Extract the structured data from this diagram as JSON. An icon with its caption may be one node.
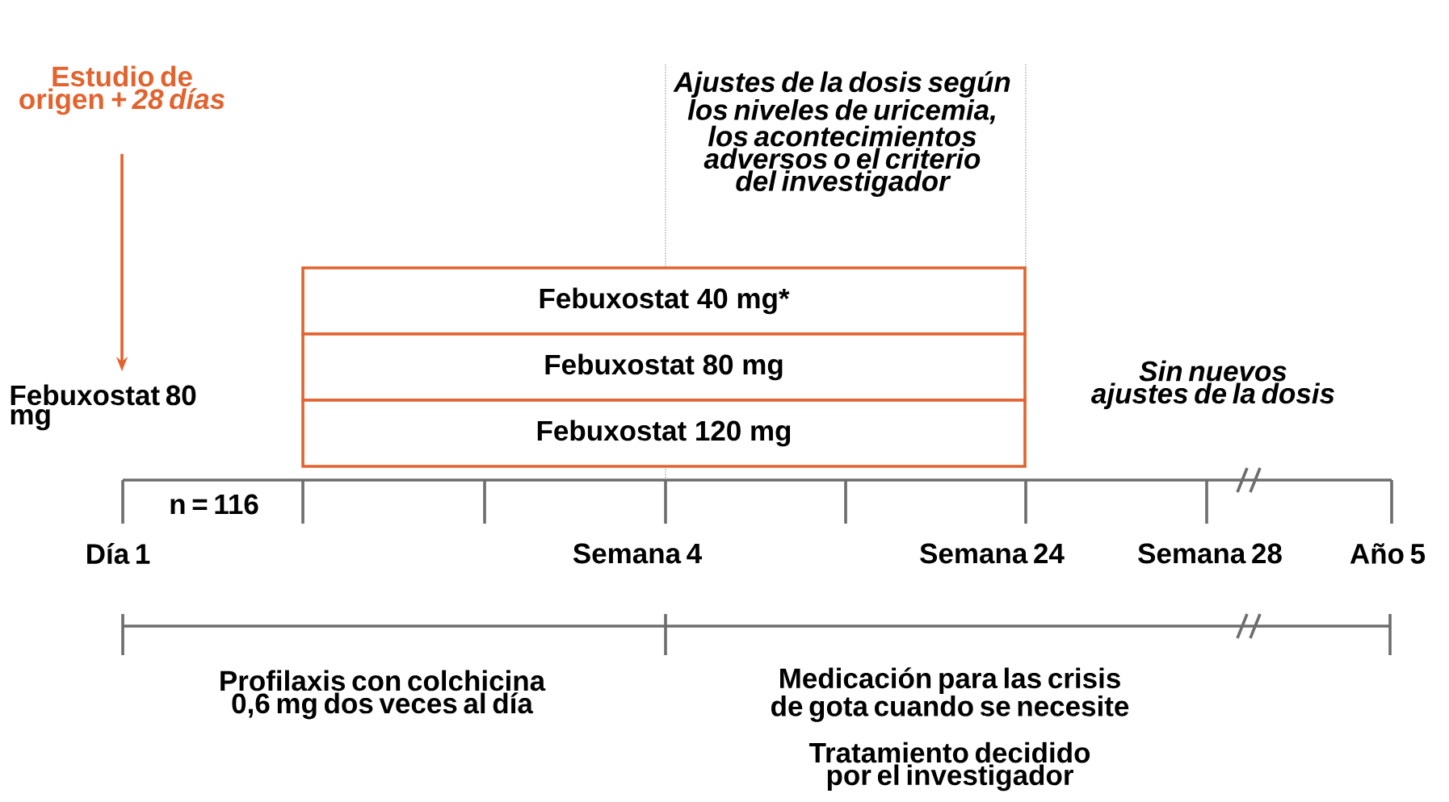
{
  "diagram": {
    "nodes": [
      {
        "text": [
          "Estudio de origen *+ 28 días*"
        ]
      },
      {
        "text": [
          "Febuxostat 80 mg"
        ]
      },
      {
        "text": [
          "Febuxostat 40 mg*"
        ]
      },
      {
        "text": [
          "Febuxostat 80 mg"
        ]
      },
      {
        "text": [
          "Febuxostat 120 mg"
        ]
      }
    ],
    "edges": [
      {
        "from": 0,
        "to": 1,
        "arrow": "to",
        "color": "#e2632e"
      }
    ],
    "labels": [
      "Ajustes de la dosis según los niveles de uricemia, los acontecimientos adversos o el criterio del investigador",
      "Sin nuevos ajustes de la dosis",
      "n = 116",
      "Día 1",
      "Semana 4",
      "Semana 24",
      "Semana 28",
      "Año 5",
      "Profilaxis con colchicina 0,6 mg dos veces al día",
      "Medicación para las crisis de gota cuando se necesite",
      "Tratamiento decidido por el investigador"
    ]
  }
}
